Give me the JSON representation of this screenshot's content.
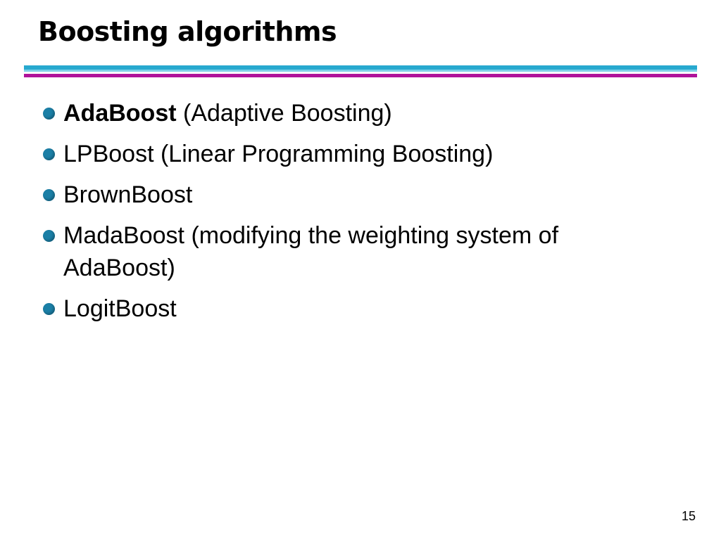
{
  "slide": {
    "title": "Boosting algorithms",
    "page_number": "15",
    "bullet_color": "#1b7fa6",
    "rule_colors": [
      "#27a9cf",
      "#7fd3e8",
      "#b0139a"
    ]
  },
  "bullets": [
    {
      "term": "AdaBoost",
      "text": " (Adaptive Boosting)"
    },
    {
      "text": "LPBoost (Linear Programming Boosting)"
    },
    {
      "text": "BrownBoost"
    },
    {
      "text": "MadaBoost (modifying the weighting system of AdaBoost)"
    },
    {
      "text": "LogitBoost"
    }
  ]
}
